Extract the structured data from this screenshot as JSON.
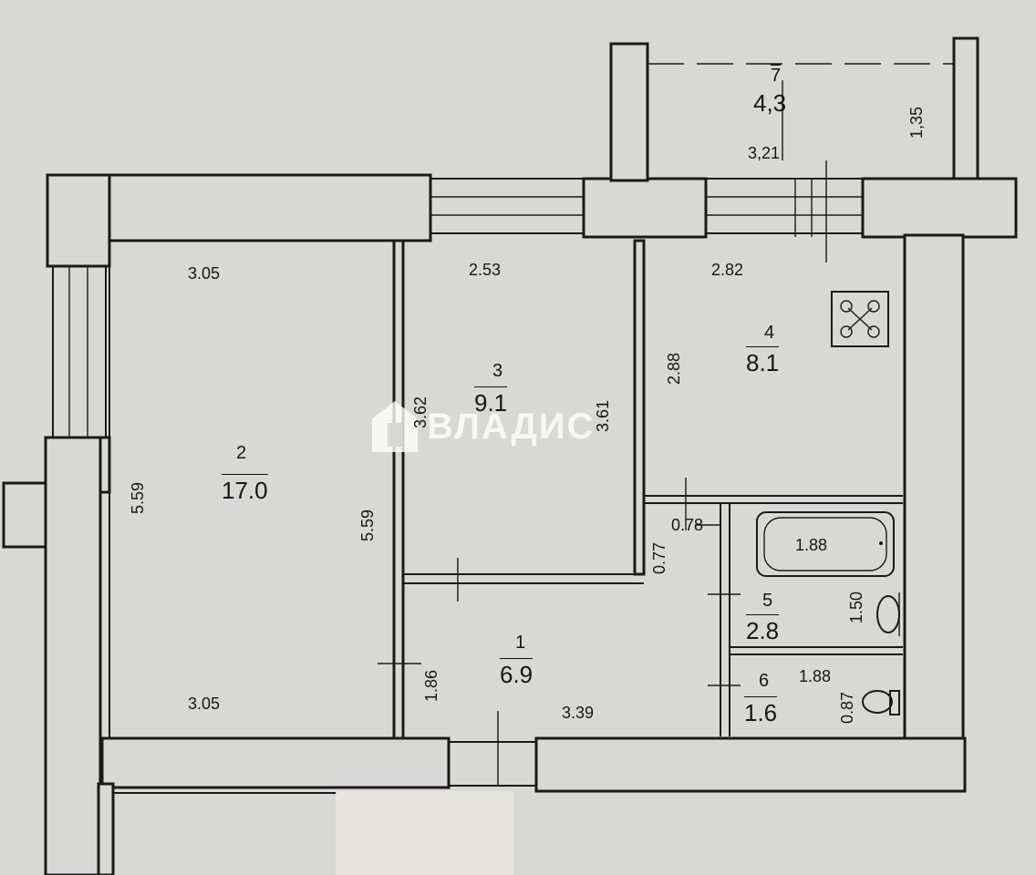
{
  "rooms": {
    "r1": {
      "number": "1",
      "area": "6.9"
    },
    "r2": {
      "number": "2",
      "area": "17.0"
    },
    "r3": {
      "number": "3",
      "area": "9.1"
    },
    "r4": {
      "number": "4",
      "area": "8.1"
    },
    "r5": {
      "number": "5",
      "area": "2.8"
    },
    "r6": {
      "number": "6",
      "area": "1.6"
    },
    "r7": {
      "number": "7",
      "area": "4,3"
    }
  },
  "dimensions": {
    "r2_top": "3.05",
    "r2_bottom": "3.05",
    "r2_left": "5.59",
    "r2_right": "5.59",
    "r3_top": "2.53",
    "r3_left": "3.62",
    "r3_right": "3.61",
    "r4_top": "2.82",
    "r4_left": "2.88",
    "r7_width": "3,21",
    "r7_height": "1,35",
    "corridor_small": "0.78",
    "corridor_gap": "0.77",
    "r1_left": "1.86",
    "r1_bottom": "3.39",
    "bath_width": "1.88",
    "bath_height": "1.50",
    "wc_width": "1.88",
    "wc_height": "0.87"
  },
  "watermark": {
    "text": "ВЛАДИС"
  }
}
